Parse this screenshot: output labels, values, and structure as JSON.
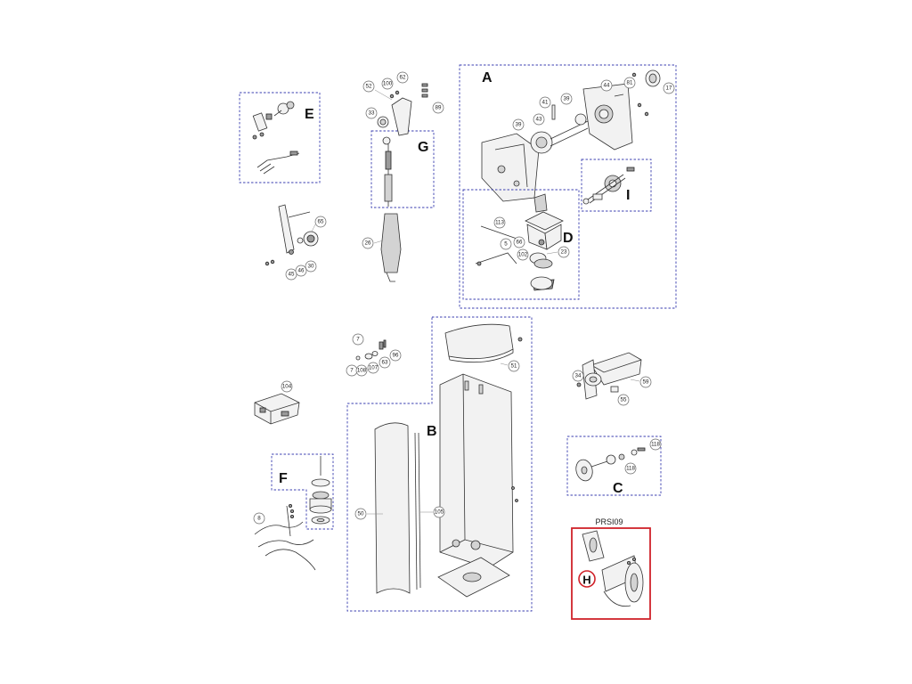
{
  "groups": {
    "A": "A",
    "B": "B",
    "C": "C",
    "D": "D",
    "E": "E",
    "F": "F",
    "G": "G",
    "H": "H",
    "I": "I"
  },
  "kit_label": "PRSI09",
  "callouts": {
    "c17": "17",
    "c44": "44",
    "c81": "81",
    "c39a": "39",
    "c41": "41",
    "c43": "43",
    "c39b": "39",
    "c52": "52",
    "c100": "100",
    "c62": "62",
    "c89": "89",
    "c33": "33",
    "c26": "26",
    "c65": "65",
    "c45": "45",
    "c46": "46",
    "c30": "30",
    "c113": "113",
    "c5": "5",
    "c66": "66",
    "c102": "102",
    "c23": "23",
    "c7a": "7",
    "c96": "96",
    "c63": "63",
    "c7b": "7",
    "c108": "108",
    "c107": "107",
    "c51": "51",
    "c104": "104",
    "c50": "50",
    "c105": "105",
    "c34": "34",
    "c59": "59",
    "c55": "55",
    "c118a": "118",
    "c118b": "118",
    "c8": "8"
  }
}
